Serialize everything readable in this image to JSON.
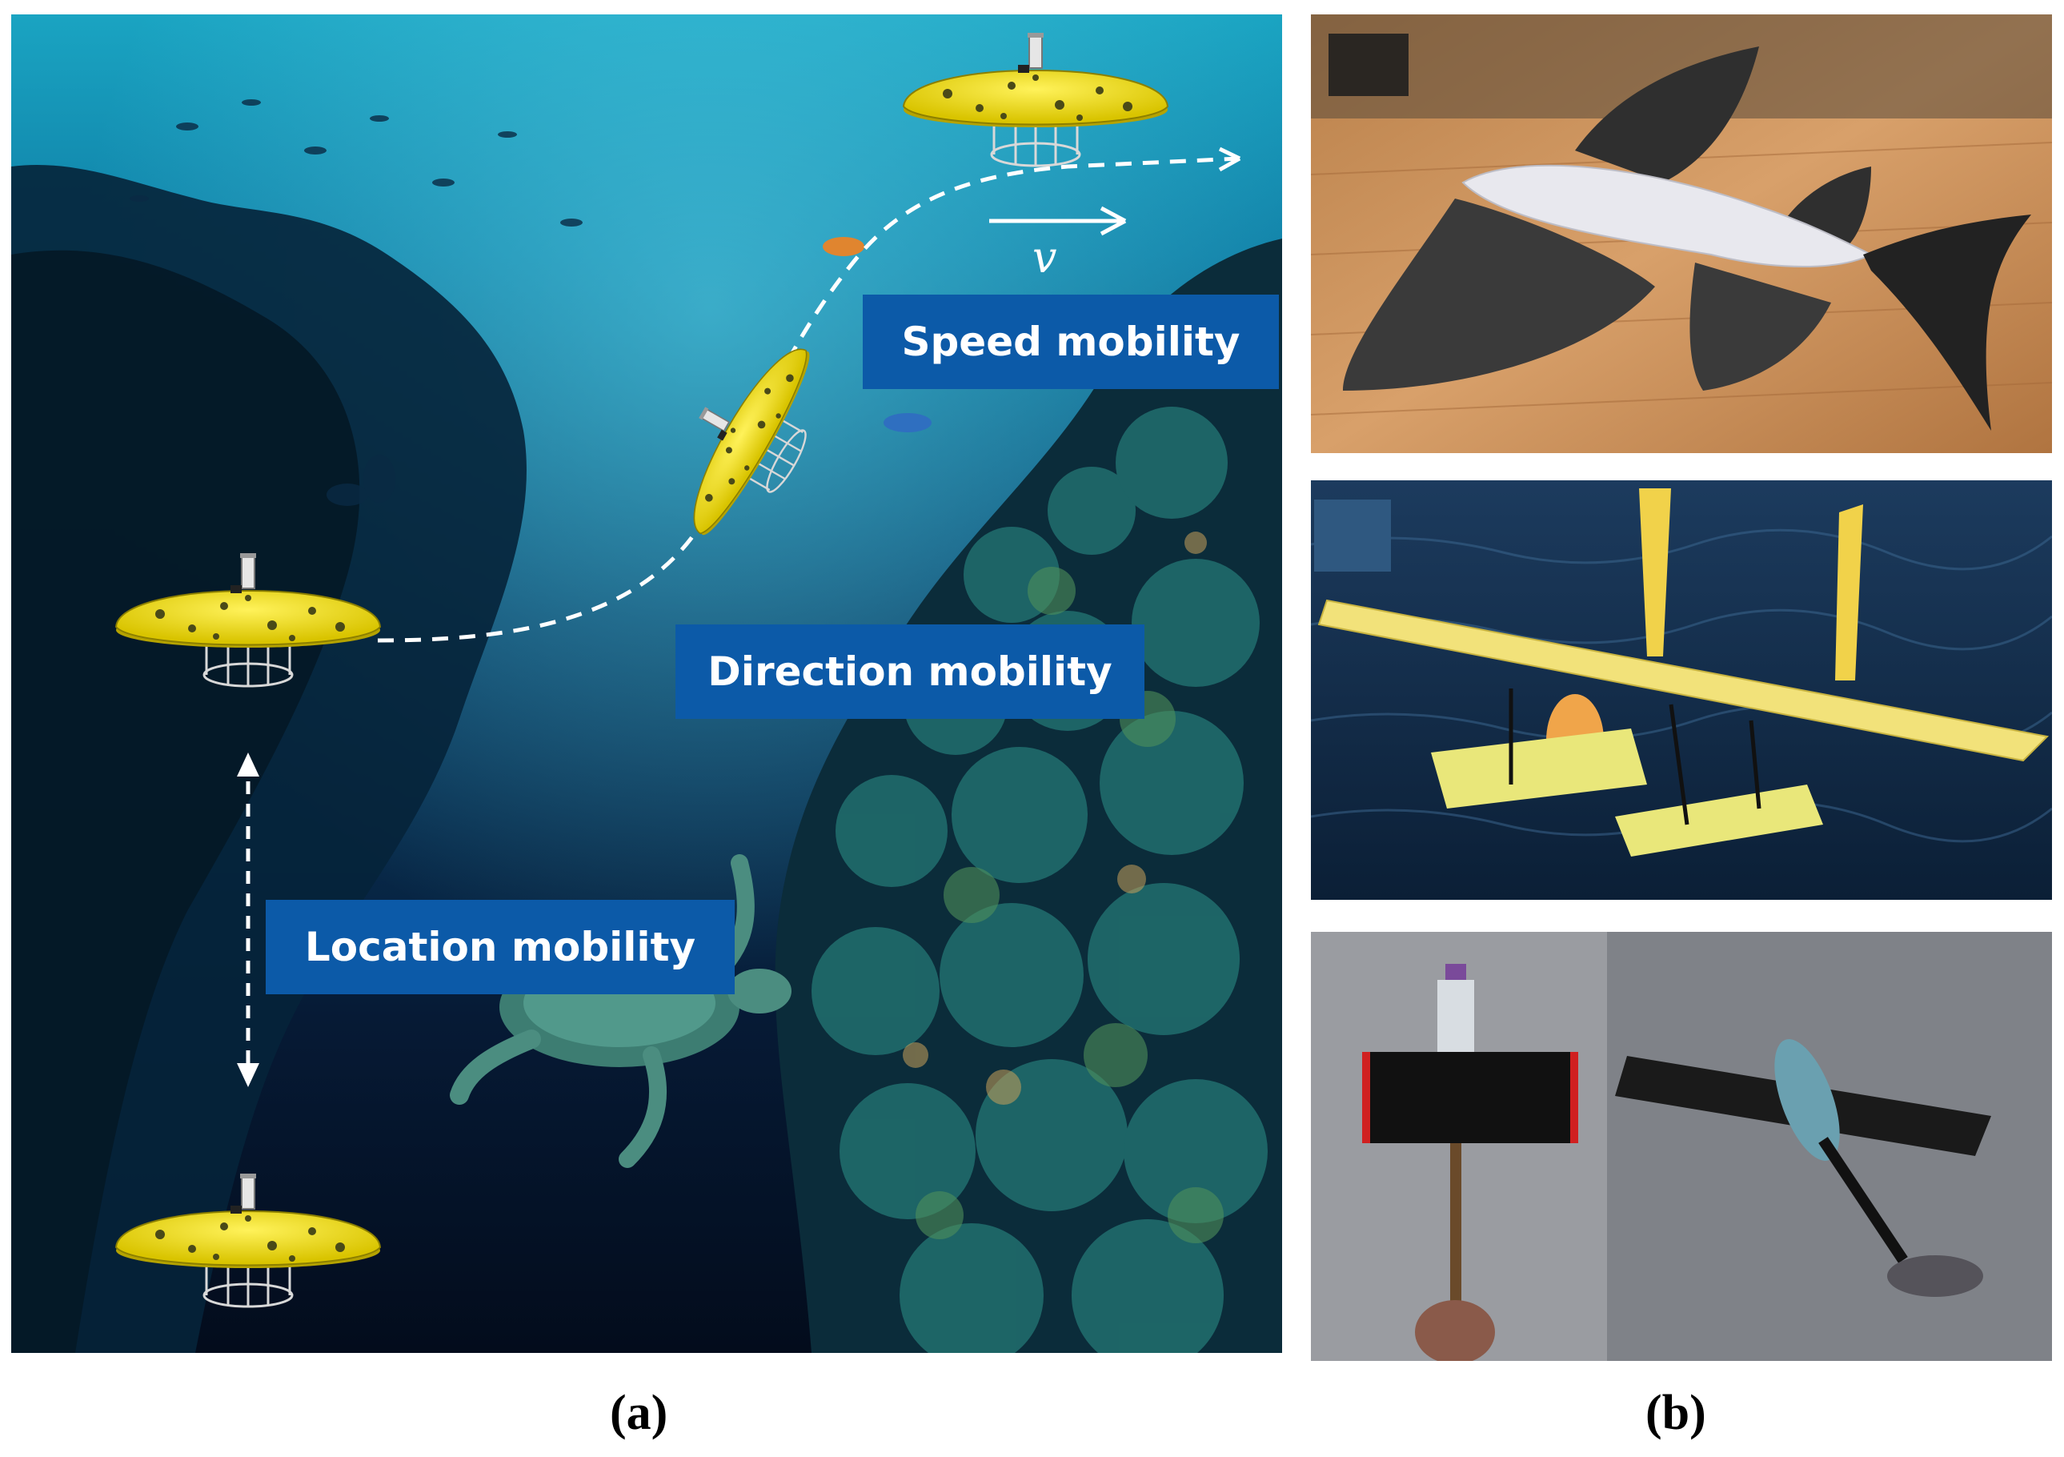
{
  "panel_a": {
    "labels": {
      "speed": "Speed mobility",
      "direction": "Direction mobility",
      "location": "Location mobility",
      "velocity": "v"
    },
    "caption": "(a)"
  },
  "panel_b": {
    "caption": "(b)"
  },
  "colors": {
    "label_bg": "#0c5aa8",
    "drone_yellow": "#f7ea12",
    "path": "#ffffff"
  },
  "icons": [
    "underwater-drone",
    "dashed-trajectory",
    "velocity-arrow",
    "double-arrow"
  ]
}
